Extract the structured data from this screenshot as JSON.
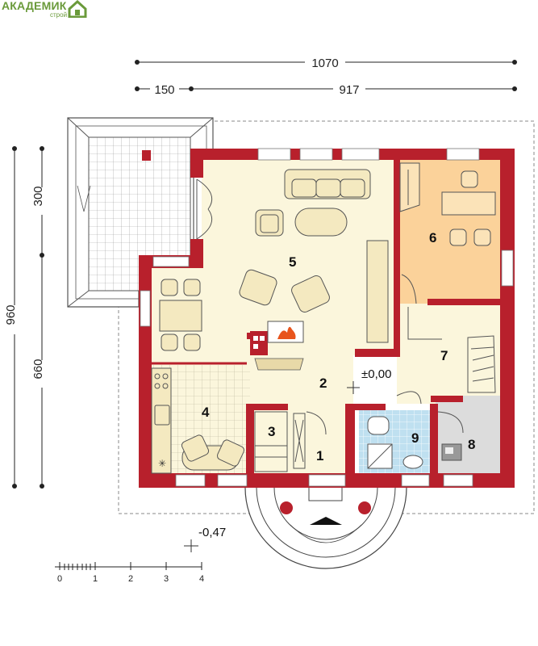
{
  "logo": {
    "main": "АКАДЕМИК",
    "sub": "строй",
    "icon": "house-icon",
    "color": "#6a9a3a"
  },
  "dimensions": {
    "total_width": "1070",
    "left_part": "150",
    "right_part": "917",
    "total_depth": "960",
    "upper_part": "300",
    "lower_part": "660"
  },
  "levels": {
    "floor": "±0,00",
    "outside": "-0,47"
  },
  "rooms": {
    "r1": "1",
    "r2": "2",
    "r3": "3",
    "r4": "4",
    "r5": "5",
    "r6": "6",
    "r7": "7",
    "r8": "8",
    "r9": "9"
  },
  "scale": {
    "labels": [
      "0",
      "1",
      "2",
      "3",
      "4"
    ]
  },
  "colors": {
    "wall": "#b8202c",
    "floor": "#fbf6dc",
    "room6": "#fbd29a",
    "room8": "#dcdcdc",
    "bath": "#bfe0f0",
    "terrace": "#ffffff"
  }
}
